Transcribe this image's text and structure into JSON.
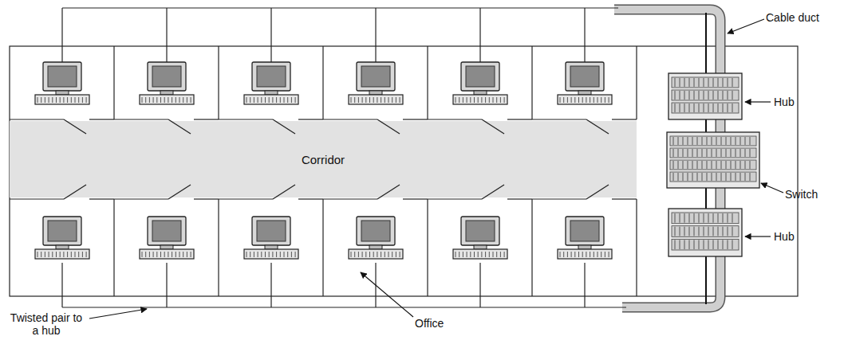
{
  "diagram": {
    "nodes": [
      {
        "text": [
          "Corridor"
        ]
      }
    ],
    "labels": [
      "Cable duct",
      "Hub",
      "Switch",
      "Hub",
      "Twisted pair to a hub",
      "Office"
    ]
  }
}
